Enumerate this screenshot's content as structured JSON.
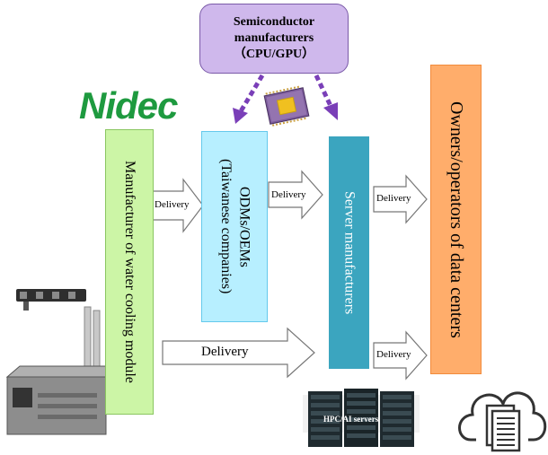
{
  "logo": {
    "text": "Nidec",
    "color": "#1e9a3f"
  },
  "semiconductor": {
    "line1": "Semiconductor",
    "line2": "manufacturers",
    "line3": "（CPU/GPU）",
    "fill": "#cfb8ec"
  },
  "boxes": {
    "water_module": {
      "label": "Manufacturer of water cooling module",
      "fill": "#ccf5a6",
      "border": "#8ac660"
    },
    "odm": {
      "line1": "ODMs/OEMs",
      "line2": "(Taiwanese companies)",
      "fill": "#b7efff",
      "border": "#64c9ec"
    },
    "server": {
      "label": "Server manufacturers",
      "fill": "#3ba5bf"
    },
    "owners": {
      "label": "Owners/operators of data centers",
      "fill": "#ffad6b",
      "border": "#f28b3c"
    }
  },
  "delivery_labels": [
    "Delivery",
    "Delivery",
    "Delivery",
    "Delivery",
    "Delivery"
  ],
  "server_image_label": "HPC/AI servers",
  "colors": {
    "arrow_dashed": "#7a3fb8",
    "arrow_outline": "#777777"
  }
}
